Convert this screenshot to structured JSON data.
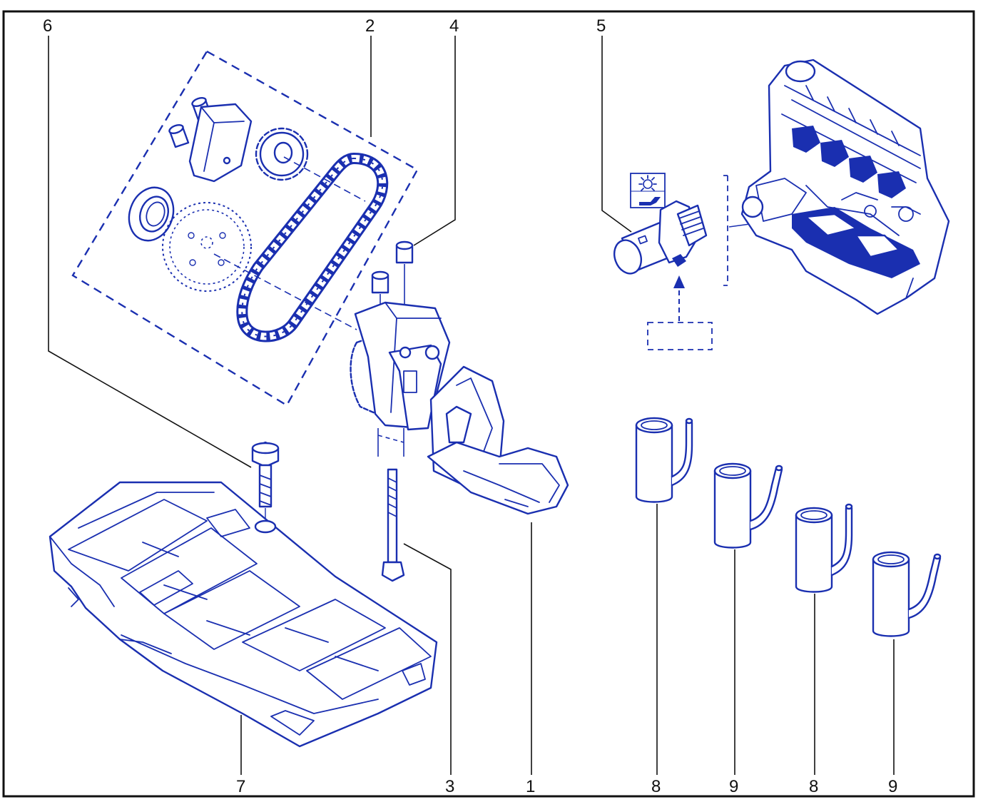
{
  "callouts": {
    "c6": "6",
    "c2": "2",
    "c4": "4",
    "c5": "5",
    "c7": "7",
    "c3": "3",
    "c1": "1",
    "c8a": "8",
    "c9a": "9",
    "c8b": "8",
    "c9b": "9"
  },
  "colors": {
    "linework": "#1a2fb0",
    "leader": "#111111",
    "border": "#111111"
  },
  "icons": {
    "oil_warning": "oil-pressure-warning-icon"
  }
}
